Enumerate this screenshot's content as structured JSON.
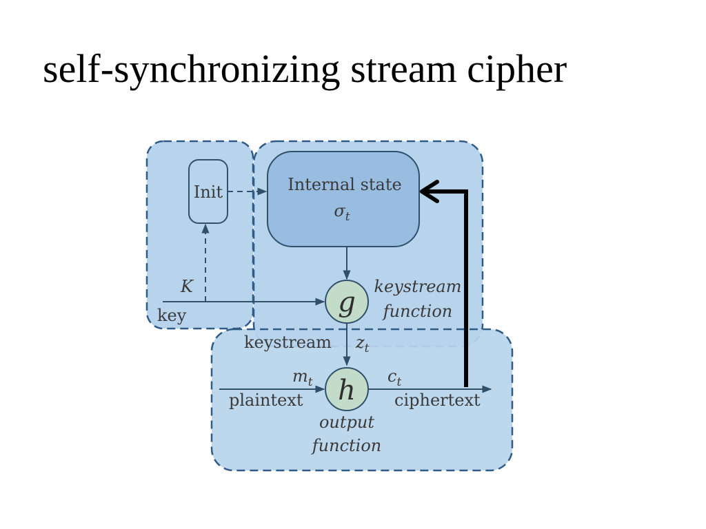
{
  "slide": {
    "title": "self-synchronizing stream cipher"
  },
  "diagram": {
    "init_box": {
      "label": "Init"
    },
    "state_box": {
      "line1": "Internal state",
      "symbol": "σ",
      "subscript": "t"
    },
    "key_input": {
      "symbol": "K",
      "label": "key"
    },
    "g_node": {
      "letter": "g",
      "caption_line1": "keystream",
      "caption_line2": "function"
    },
    "keystream_edge": {
      "label": "keystream",
      "symbol": "z",
      "subscript": "t"
    },
    "h_node": {
      "letter": "h",
      "caption_line1": "output",
      "caption_line2": "function"
    },
    "plaintext_edge": {
      "symbol": "m",
      "subscript": "t",
      "label": "plaintext"
    },
    "ciphertext_edge": {
      "symbol": "c",
      "subscript": "t",
      "label": "ciphertext"
    },
    "colors": {
      "region_fill": "#b8d4ec",
      "region_stroke": "#2f5b86",
      "state_fill": "#98bde0",
      "node_fill": "#c2dcc9",
      "line": "#2f4f6a",
      "feedback_arrow": "#000000"
    }
  }
}
